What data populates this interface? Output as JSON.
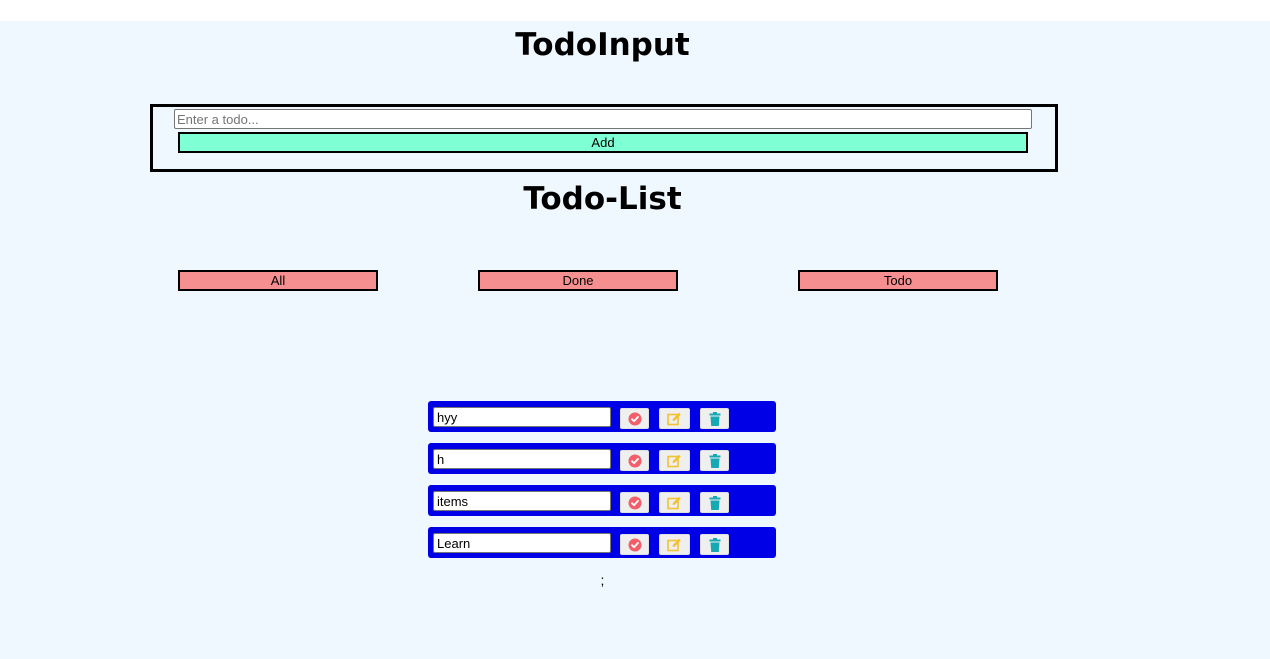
{
  "todo_input": {
    "heading": "TodoInput",
    "placeholder": "Enter a todo...",
    "add_label": "Add"
  },
  "todo_list": {
    "heading": "Todo-List",
    "filters": {
      "all": "All",
      "done": "Done",
      "todo": "Todo"
    },
    "items": [
      {
        "text": "hyy",
        "icons": [
          "check-circle-icon",
          "edit-icon",
          "trash-icon"
        ]
      },
      {
        "text": "h",
        "icons": [
          "check-circle-icon",
          "edit-icon",
          "trash-icon"
        ]
      },
      {
        "text": "items",
        "icons": [
          "check-circle-icon",
          "edit-icon",
          "trash-icon"
        ]
      },
      {
        "text": "Learn",
        "icons": [
          "check-circle-icon",
          "edit-icon",
          "trash-icon"
        ]
      }
    ]
  },
  "footer_text": ";",
  "colors": {
    "background": "#f0f8ff",
    "add_button": "#7fffd4",
    "filter_button": "#f69090",
    "item_background": "#0000e6",
    "check_icon": "#f25f6b",
    "edit_icon": "#f2c230",
    "trash_icon": "#17a9b3"
  }
}
